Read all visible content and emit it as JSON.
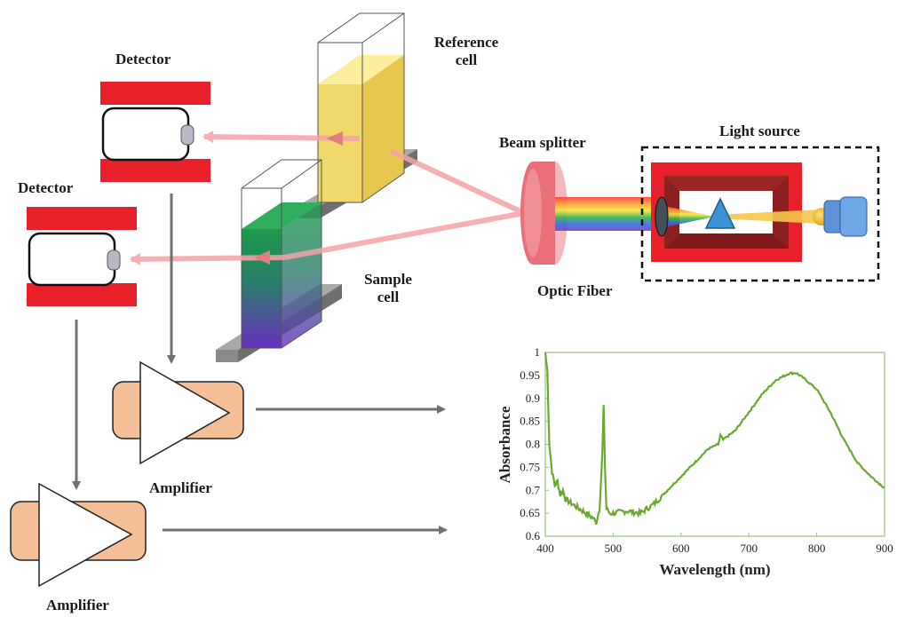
{
  "labels": {
    "detector_top": "Detector",
    "detector_bottom": "Detector",
    "reference_cell_line1": "Reference",
    "reference_cell_line2": "cell",
    "sample_cell_line1": "Sample",
    "sample_cell_line2": "cell",
    "beam_splitter": "Beam splitter",
    "light_source": "Light source",
    "optic_fiber": "Optic Fiber",
    "amplifier_top": "Amplifier",
    "amplifier_bottom": "Amplifier"
  },
  "colors": {
    "detector_red": "#e8202a",
    "amplifier_fill": "#f4bf96",
    "reference_liquid": "#f3dc7a",
    "sample_top": "#1c9a4a",
    "sample_bottom": "#6a2fbf",
    "beam_pink": "#f4a3a8",
    "arrow_grey": "#707070",
    "spectrum_green": "#6aa832",
    "beam_splitter": "#e9707a"
  },
  "chart_data": {
    "type": "line",
    "title": "",
    "xlabel": "Wavelength (nm)",
    "ylabel": "Absorbance",
    "xlim": [
      400,
      900
    ],
    "ylim": [
      0.6,
      1.0
    ],
    "xticks": [
      "400",
      "500",
      "600",
      "700",
      "800",
      "900"
    ],
    "yticks": [
      "0.6",
      "0.65",
      "0.7",
      "0.75",
      "0.8",
      "0.85",
      "0.9",
      "0.95",
      "1"
    ],
    "grid": false,
    "series": [
      {
        "x": [
          400,
          403,
          406,
          410,
          414,
          418,
          422,
          426,
          430,
          440,
          450,
          460,
          470,
          475,
          480,
          484,
          486,
          488,
          490,
          495,
          500,
          520,
          540,
          560,
          580,
          600,
          620,
          640,
          655,
          658,
          662,
          680,
          700,
          720,
          740,
          760,
          770,
          780,
          800,
          820,
          840,
          860,
          880,
          900
        ],
        "y": [
          1.0,
          0.96,
          0.8,
          0.74,
          0.71,
          0.72,
          0.69,
          0.7,
          0.68,
          0.67,
          0.66,
          0.65,
          0.64,
          0.63,
          0.66,
          0.78,
          0.88,
          0.75,
          0.66,
          0.65,
          0.65,
          0.655,
          0.65,
          0.67,
          0.7,
          0.73,
          0.76,
          0.79,
          0.8,
          0.82,
          0.81,
          0.83,
          0.87,
          0.91,
          0.94,
          0.955,
          0.955,
          0.945,
          0.92,
          0.87,
          0.81,
          0.76,
          0.73,
          0.705
        ]
      }
    ]
  }
}
